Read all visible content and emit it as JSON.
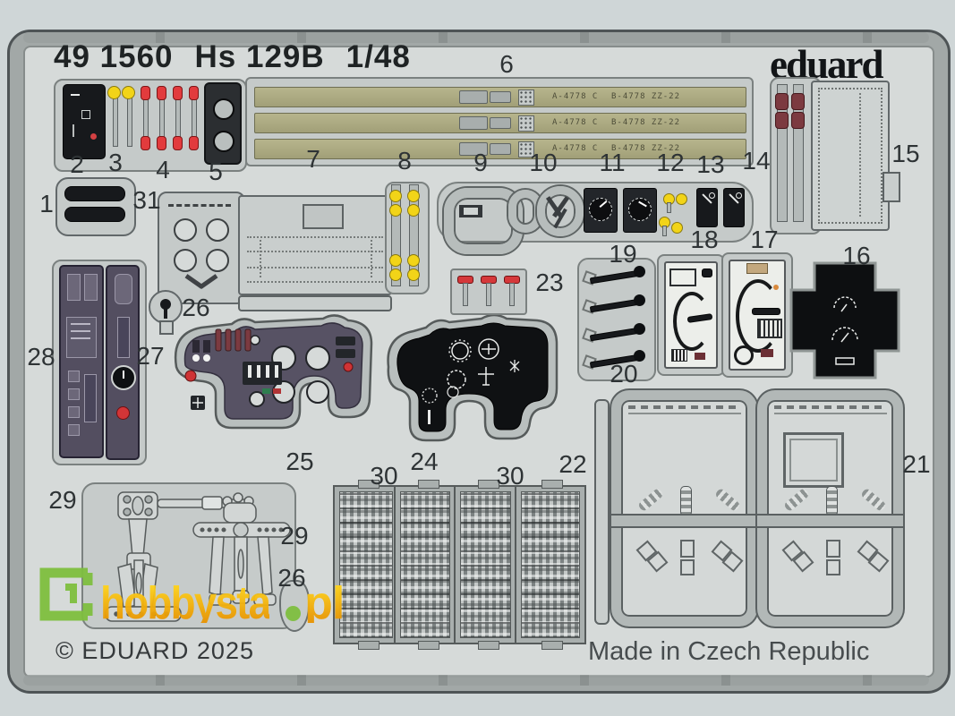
{
  "header": {
    "catalog_number": "49 1560",
    "kit_name": "Hs 129B",
    "scale": "1/48",
    "brand": "eduard"
  },
  "footer": {
    "copyright": "© EDUARD 2025",
    "made_in": "Made in Czech Republic"
  },
  "watermark": {
    "site_name": "hobbysta",
    "tld": "pl"
  },
  "seatbelt": {
    "code_left": "A-4778 C",
    "code_right": "B-4778  ZZ-22"
  },
  "colors": {
    "backdrop": "#cfd6d7",
    "sheet": "#d6dad9",
    "frame_metal": "#a2a8a7",
    "prepaint_black": "#17191c",
    "panel_slate": "#534e60",
    "knob_red": "#e23b3d",
    "knob_yellow": "#f2d418",
    "belt_olive": "#aba97f",
    "strap_maroon": "#7c3a40",
    "watermark_green": "#7fbf3f",
    "watermark_yellow": "#f2b40a"
  },
  "part_labels": {
    "p1": "1",
    "p2": "2",
    "p3": "3",
    "p4": "4",
    "p5": "5",
    "p6": "6",
    "p7": "7",
    "p8": "8",
    "p9": "9",
    "p10": "10",
    "p11": "11",
    "p12": "12",
    "p13": "13",
    "p14": "14",
    "p15": "15",
    "p16": "16",
    "p17": "17",
    "p18": "18",
    "p19": "19",
    "p20": "20",
    "p21": "21",
    "p22": "22",
    "p23": "23",
    "p24": "24",
    "p25": "25",
    "p26a": "26",
    "p26b": "26",
    "p27": "27",
    "p28": "28",
    "p29a": "29",
    "p29b": "29",
    "p30a": "30",
    "p30b": "30",
    "p31": "31"
  }
}
